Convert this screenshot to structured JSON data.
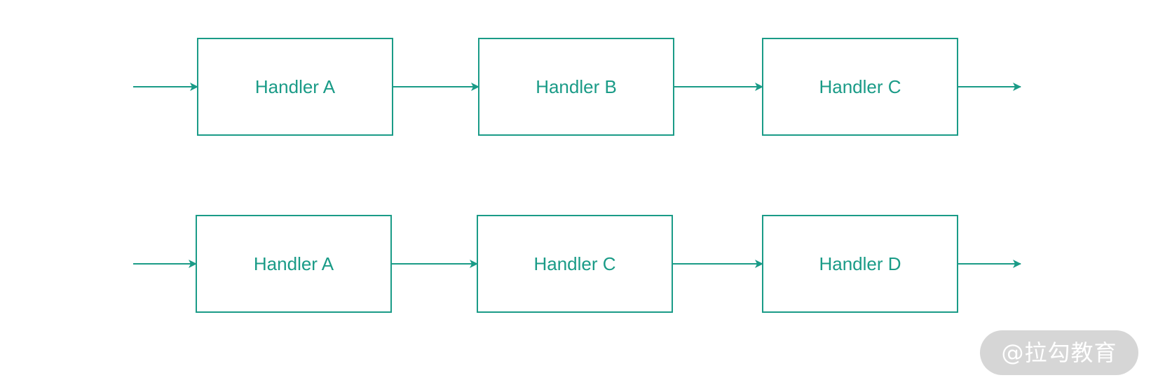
{
  "colors": {
    "stroke": "#1a9b87",
    "text": "#1a9b87",
    "background": "#ffffff",
    "watermark_bg": "#c8c8c8",
    "watermark_text": "#ffffff"
  },
  "chains": [
    {
      "nodes": [
        {
          "label": "Handler A"
        },
        {
          "label": "Handler B"
        },
        {
          "label": "Handler C"
        }
      ]
    },
    {
      "nodes": [
        {
          "label": "Handler A"
        },
        {
          "label": "Handler C"
        },
        {
          "label": "Handler D"
        }
      ]
    }
  ],
  "watermark": {
    "text": "@拉勾教育"
  }
}
